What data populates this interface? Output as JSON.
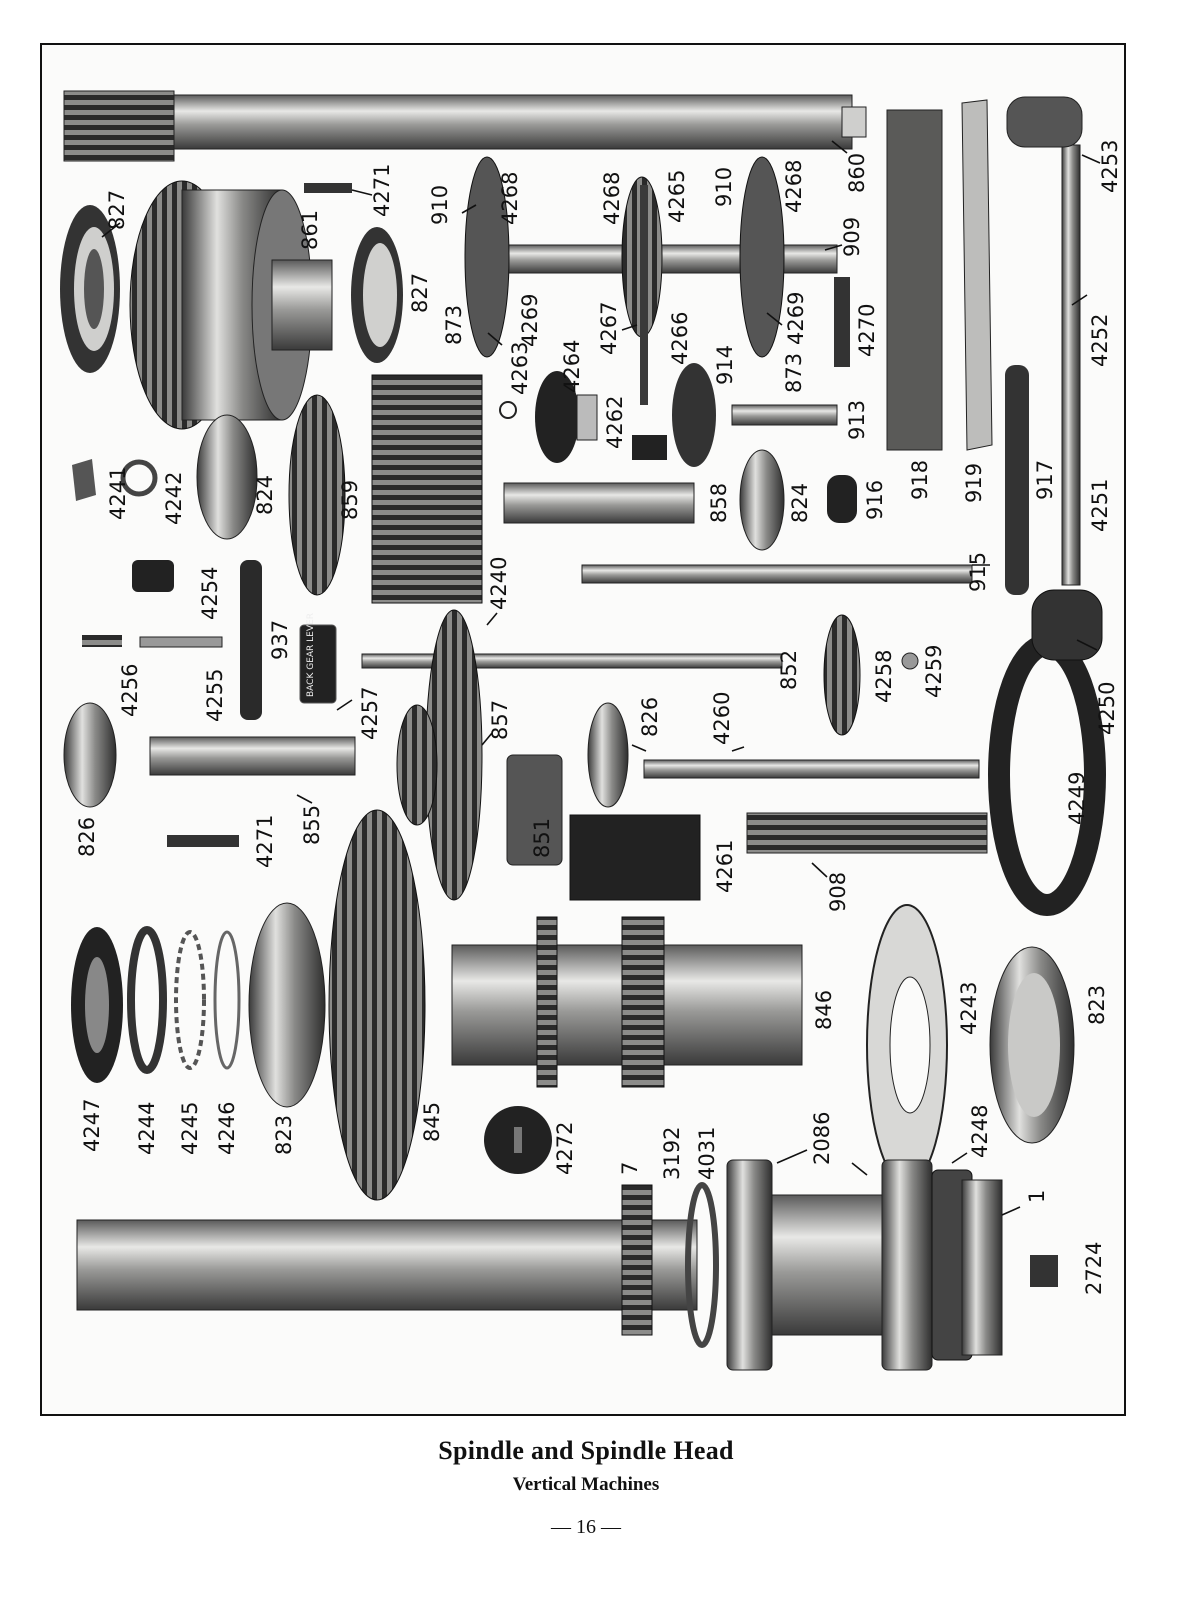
{
  "caption": {
    "title": "Spindle and Spindle Head",
    "subtitle": "Vertical Machines",
    "folio": "— 16 —"
  },
  "plate_text": "BACK GEAR LEVER",
  "part_labels": [
    "860",
    "4253",
    "827",
    "4271",
    "861",
    "910",
    "4268",
    "4268",
    "4265",
    "910",
    "4268",
    "909",
    "827",
    "873",
    "4269",
    "4264",
    "4263",
    "4267",
    "4266",
    "4269",
    "4270",
    "4262",
    "914",
    "873",
    "4252",
    "913",
    "4241",
    "4242",
    "824",
    "859",
    "858",
    "824",
    "916",
    "918",
    "919",
    "917",
    "4251",
    "4254",
    "4240",
    "915",
    "4256",
    "4255",
    "937",
    "4257",
    "852",
    "4258",
    "4259",
    "4250",
    "857",
    "826",
    "4260",
    "826",
    "855",
    "4271",
    "851",
    "4261",
    "908",
    "4249",
    "846",
    "4243",
    "823",
    "4247",
    "4244",
    "4245",
    "4246",
    "823",
    "845",
    "4272",
    "7",
    "3192",
    "4031",
    "2086",
    "4248",
    "1",
    "2724"
  ]
}
